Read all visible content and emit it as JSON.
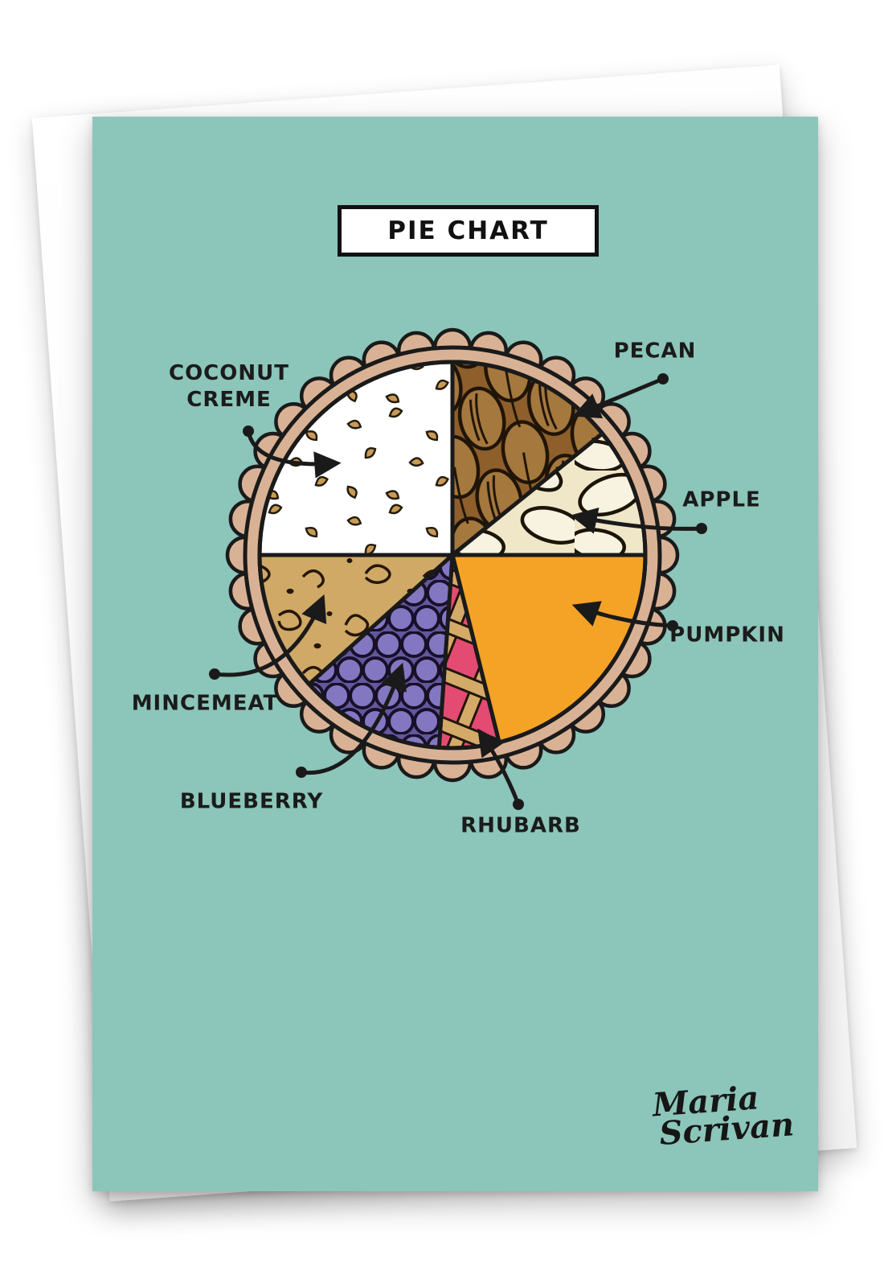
{
  "card": {
    "background_color": "#8cc5b9",
    "title": "PIE CHART",
    "signature_line1": "Maria",
    "signature_line2": "Scrivan"
  },
  "envelope": {
    "color": "#fcfcfc"
  },
  "chart_data": {
    "type": "pie",
    "title": "PIE CHART",
    "legend_position": "labels-around-pie-with-arrows",
    "crust_color": "#d9b295",
    "outline_color": "#1a1a1a",
    "slices": [
      {
        "label": "COCONUT CREME",
        "value_pct": 25,
        "start_angle_deg": 90,
        "end_angle_deg": 180,
        "fill": "#ffffff",
        "accent": "#c89a55",
        "texture": "coconut-flakes"
      },
      {
        "label": "PECAN",
        "value_pct": 14,
        "start_angle_deg": 39,
        "end_angle_deg": 90,
        "fill": "#8f5f2b",
        "accent": "#a5783d",
        "texture": "pecan-halves"
      },
      {
        "label": "APPLE",
        "value_pct": 11,
        "start_angle_deg": 0,
        "end_angle_deg": 39,
        "fill": "#efe7c8",
        "accent": "#f8f3e0",
        "texture": "apple-slices"
      },
      {
        "label": "PUMPKIN",
        "value_pct": 21,
        "start_angle_deg": -76,
        "end_angle_deg": 0,
        "fill": "#f4a327",
        "accent": "#f4a327",
        "texture": "solid"
      },
      {
        "label": "RHUBARB",
        "value_pct": 5,
        "start_angle_deg": -94,
        "end_angle_deg": -76,
        "fill": "#e34b73",
        "accent": "#d4aa69",
        "texture": "lattice-crust"
      },
      {
        "label": "BLUEBERRY",
        "value_pct": 12,
        "start_angle_deg": -138,
        "end_angle_deg": -94,
        "fill": "#63579f",
        "accent": "#8477c1",
        "texture": "berries"
      },
      {
        "label": "MINCEMEAT",
        "value_pct": 12,
        "start_angle_deg": -180,
        "end_angle_deg": -138,
        "fill": "#d0a967",
        "accent": "#241708",
        "texture": "mince-swirls"
      }
    ]
  }
}
